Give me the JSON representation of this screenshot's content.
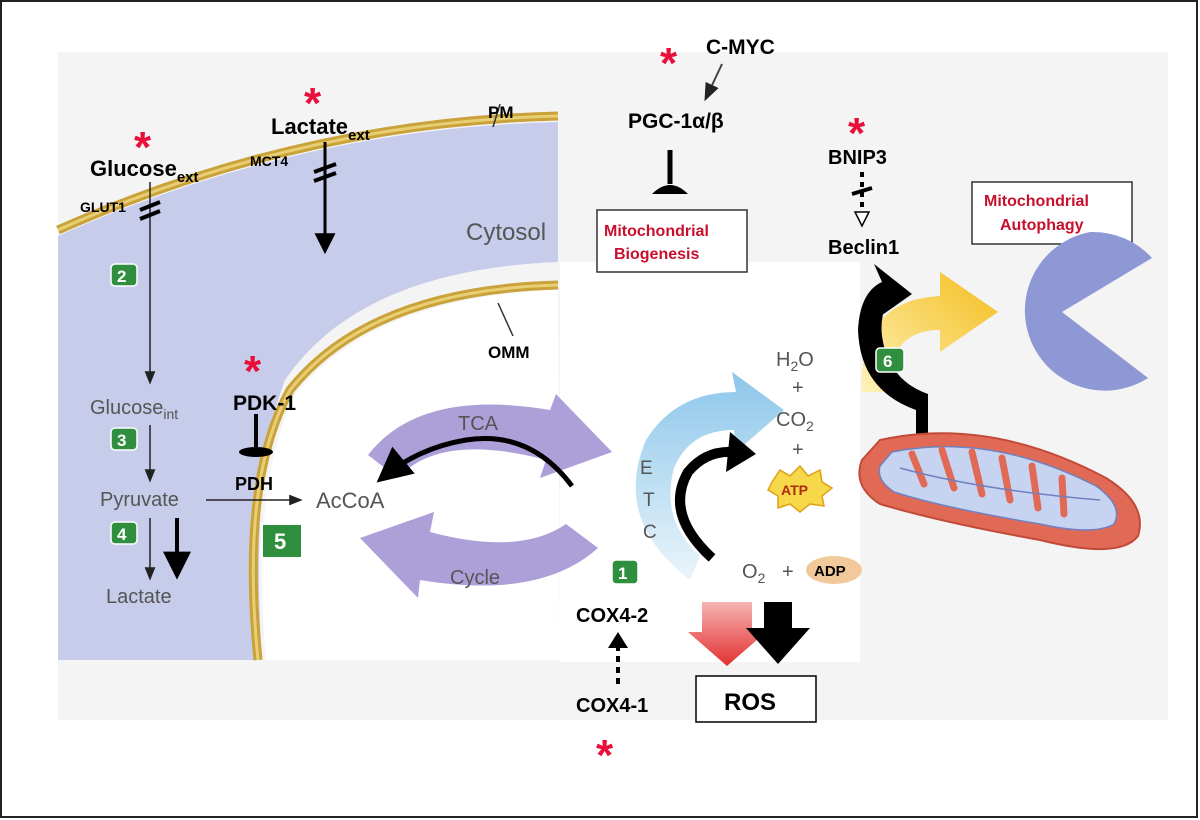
{
  "labels": {
    "glucose_ext": "Glucose",
    "glucose_ext_sub": "ext",
    "glut1": "GLUT1",
    "lactate_ext": "Lactate",
    "lactate_ext_sub": "ext",
    "mct4": "MCT4",
    "pm": "PM",
    "cytosol": "Cytosol",
    "omm": "OMM",
    "glucose_int": "Glucose",
    "glucose_int_sub": "int",
    "pyruvate": "Pyruvate",
    "lactate": "Lactate",
    "pdk1": "PDK-1",
    "pdh": "PDH",
    "accoa": "AcCoA",
    "tca": "TCA",
    "cycle": "Cycle",
    "etc": [
      "E",
      "T",
      "C"
    ],
    "h2o": "H",
    "h2o_sub": "2",
    "h2o_tail": "O",
    "plus": "+",
    "co2": "CO",
    "co2_sub": "2",
    "atp": "ATP",
    "o2": "O",
    "o2_sub": "2",
    "adp": "ADP",
    "cmyc": "C-MYC",
    "pgc1": "PGC-1α/β",
    "bnip3": "BNIP3",
    "beclin1": "Beclin1",
    "cox42": "COX4-2",
    "cox41": "COX4-1",
    "ros": "ROS",
    "mito_biogenesis": [
      "Mitochondrial",
      "Biogenesis"
    ],
    "mito_autophagy": [
      "Mitochondrial",
      "Autophagy"
    ],
    "star": "*"
  },
  "steps": [
    "1",
    "2",
    "3",
    "4",
    "5",
    "6"
  ],
  "colors": {
    "membrane": "#c9a23a",
    "cytosol_fill": "#c7ccea",
    "tca_purple": "#a99ad6",
    "etc_blue": "#a7d3ee",
    "step_green": "#2f8f3f",
    "star_red": "#e8103a",
    "box_text_red": "#c8102e",
    "autophagy_yellow": "#f5c631",
    "pacman_blue": "#8e98d4",
    "mito_red": "#e06a55",
    "ros_red": "#e83a3a"
  }
}
